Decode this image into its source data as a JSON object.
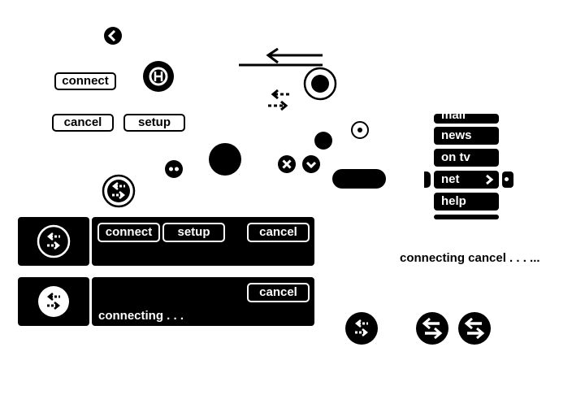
{
  "buttons": {
    "connect": "connect",
    "cancel": "cancel",
    "setup": "setup"
  },
  "menu": {
    "items": [
      "mail",
      "news",
      "on tv",
      "net",
      "help"
    ],
    "selected": "net"
  },
  "panel1": {
    "connect": "connect",
    "setup": "setup",
    "cancel": "cancel"
  },
  "panel2": {
    "cancel": "cancel",
    "status": "connecting . . ."
  },
  "status_text": "connecting cancel . . . ...",
  "icons": [
    "back-icon",
    "home-icon",
    "transfer-icon",
    "record-icon",
    "target-icon",
    "close-icon",
    "chevron-down-icon"
  ],
  "colors": {
    "foreground": "#000000",
    "background": "#ffffff"
  }
}
